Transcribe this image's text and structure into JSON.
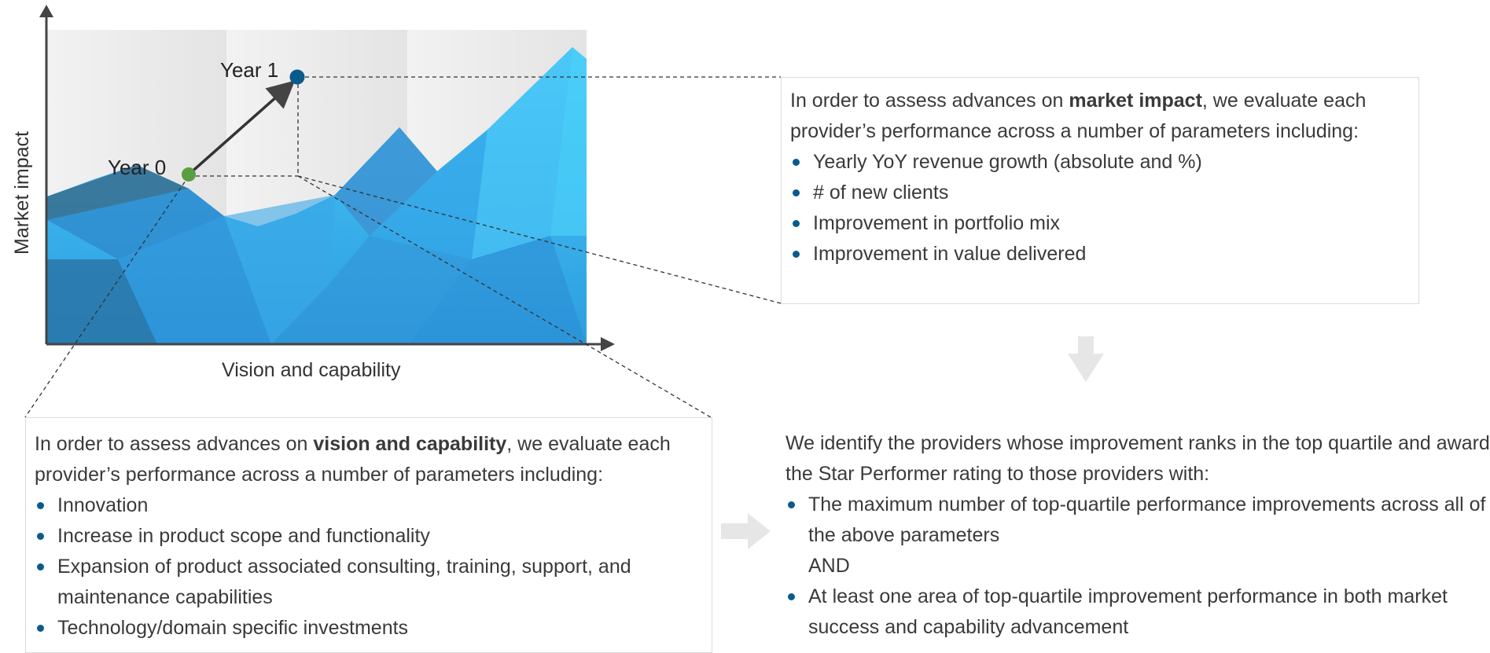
{
  "chart": {
    "xlabel": "Vision and capability",
    "ylabel": "Market impact",
    "points": [
      {
        "label": "Year 0",
        "color": "#5a9e3f"
      },
      {
        "label": "Year 1",
        "color": "#0b5a8c"
      }
    ]
  },
  "market_box": {
    "intro_before": "In order to assess advances on ",
    "intro_bold": "market impact",
    "intro_after": ", we evaluate each provider’s performance across a number of parameters including:",
    "bullets": [
      "Yearly YoY revenue growth (absolute and %)",
      "# of new clients",
      "Improvement in portfolio mix",
      "Improvement in value delivered"
    ]
  },
  "vision_box": {
    "intro_before": "In order to assess advances on ",
    "intro_bold": "vision and capability",
    "intro_after": ", we evaluate each provider’s performance across a number of parameters including:",
    "bullets": [
      "Innovation",
      "Increase in product scope and functionality",
      "Expansion of product associated consulting, training, support, and maintenance capabilities",
      "Technology/domain specific investments"
    ]
  },
  "star_box": {
    "intro": "We identify the providers whose improvement ranks in the top quartile and award the Star Performer rating to those providers with:",
    "bullet1": "The maximum number of top-quartile performance improvements across all of the above parameters",
    "connector": "AND",
    "bullet2": "At least one area of top-quartile improvement performance in both market success and capability advancement"
  },
  "colors": {
    "accent": "#0b5a8c",
    "year0": "#5a9e3f",
    "mountain_light": "#3fc3f5",
    "mountain_mid": "#2b97db",
    "arrow_gray": "#e6e6e6"
  },
  "icons": {
    "down_arrow": "down-arrow-icon",
    "right_arrow": "right-arrow-icon"
  }
}
